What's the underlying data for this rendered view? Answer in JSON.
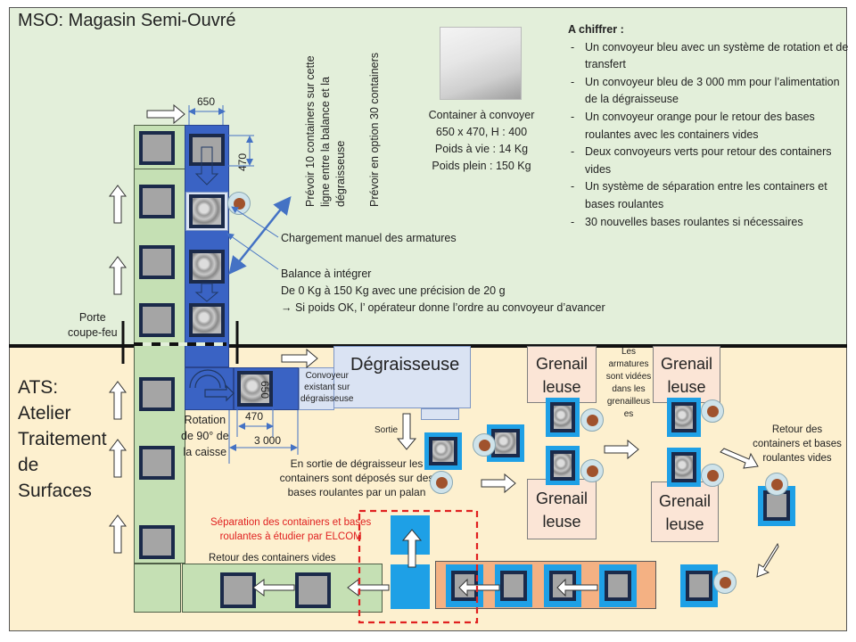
{
  "zones": {
    "top_title": "MSO: Magasin Semi-Ouvré",
    "bottom_title_lines": [
      "ATS:",
      "Atelier",
      "Traitement",
      "de",
      "Surfaces"
    ]
  },
  "fire_door": {
    "lines": [
      "Porte",
      "coupe-feu"
    ]
  },
  "container_info": {
    "lines": [
      "Container à convoyer",
      "650 x 470, H : 400",
      "Poids à vie : 14 Kg",
      "Poids plein : 150 Kg"
    ]
  },
  "vertical_notes": {
    "note1_lines": [
      "Prévoir 10 containers sur cette",
      "ligne  entre la balance et la",
      "dégraisseuse"
    ],
    "note2": "Prévoir en option 30 containers"
  },
  "to_quote": {
    "title": "A chiffrer :",
    "items": [
      "Un convoyeur bleu avec un système de rotation et de transfert",
      "Un convoyeur bleu de 3 000 mm pour l’alimentation de la dégraisseuse",
      "Un convoyeur orange pour le retour des bases roulantes avec les containers vides",
      "Deux convoyeurs verts pour retour des containers vides",
      "Un système de séparation  entre les containers et bases roulantes",
      "30 nouvelles bases roulantes si nécessaires"
    ]
  },
  "annotations": {
    "manual_loading": "Chargement manuel des armatures",
    "scale_title": "Balance à intégrer",
    "scale_range": "De 0 Kg à 150 Kg avec une précision de 20 g",
    "scale_action": "→ Si poids OK, l’ opérateur donne l’ordre au convoyeur d’avancer",
    "rotation_lines": [
      "Rotation",
      "de 90° de",
      "la caisse"
    ],
    "existing_conveyor_lines": [
      "Convoyeur",
      "existant sur",
      "dégraisseuse"
    ],
    "exit": "Sortie",
    "exit_note_lines": [
      "En sortie de dégraisseur les",
      "containers sont déposés sur des",
      "bases roulantes par un palan"
    ],
    "emptied_lines": [
      "Les",
      "armatures",
      "sont vidées",
      "dans les",
      "grenailleus",
      "es"
    ],
    "return_lines": [
      "Retour des",
      "containers et bases",
      "roulantes vides"
    ],
    "separation_lines": [
      "Séparation des containers et bases",
      "roulantes à étudier par ELCOM"
    ],
    "empty_return": "Retour des containers vides"
  },
  "dimensions": {
    "width_top": "650",
    "height_top": "470",
    "rotated_650": "650",
    "rotated_470": "470",
    "conveyor_length": "3 000"
  },
  "machines": {
    "degreaser": "Dégraisseuse",
    "shot_blaster_lines": [
      "Grenail",
      "leuse"
    ]
  },
  "colors": {
    "mso_zone": "#e3efda",
    "ats_zone": "#fdf0cf",
    "blue_conveyor": "#3a63c4",
    "green_conveyor": "#c5e0b4",
    "orange_conveyor": "#f4b183",
    "rolling_base": "#1ea0e6",
    "separation_outline": "#e02020"
  }
}
